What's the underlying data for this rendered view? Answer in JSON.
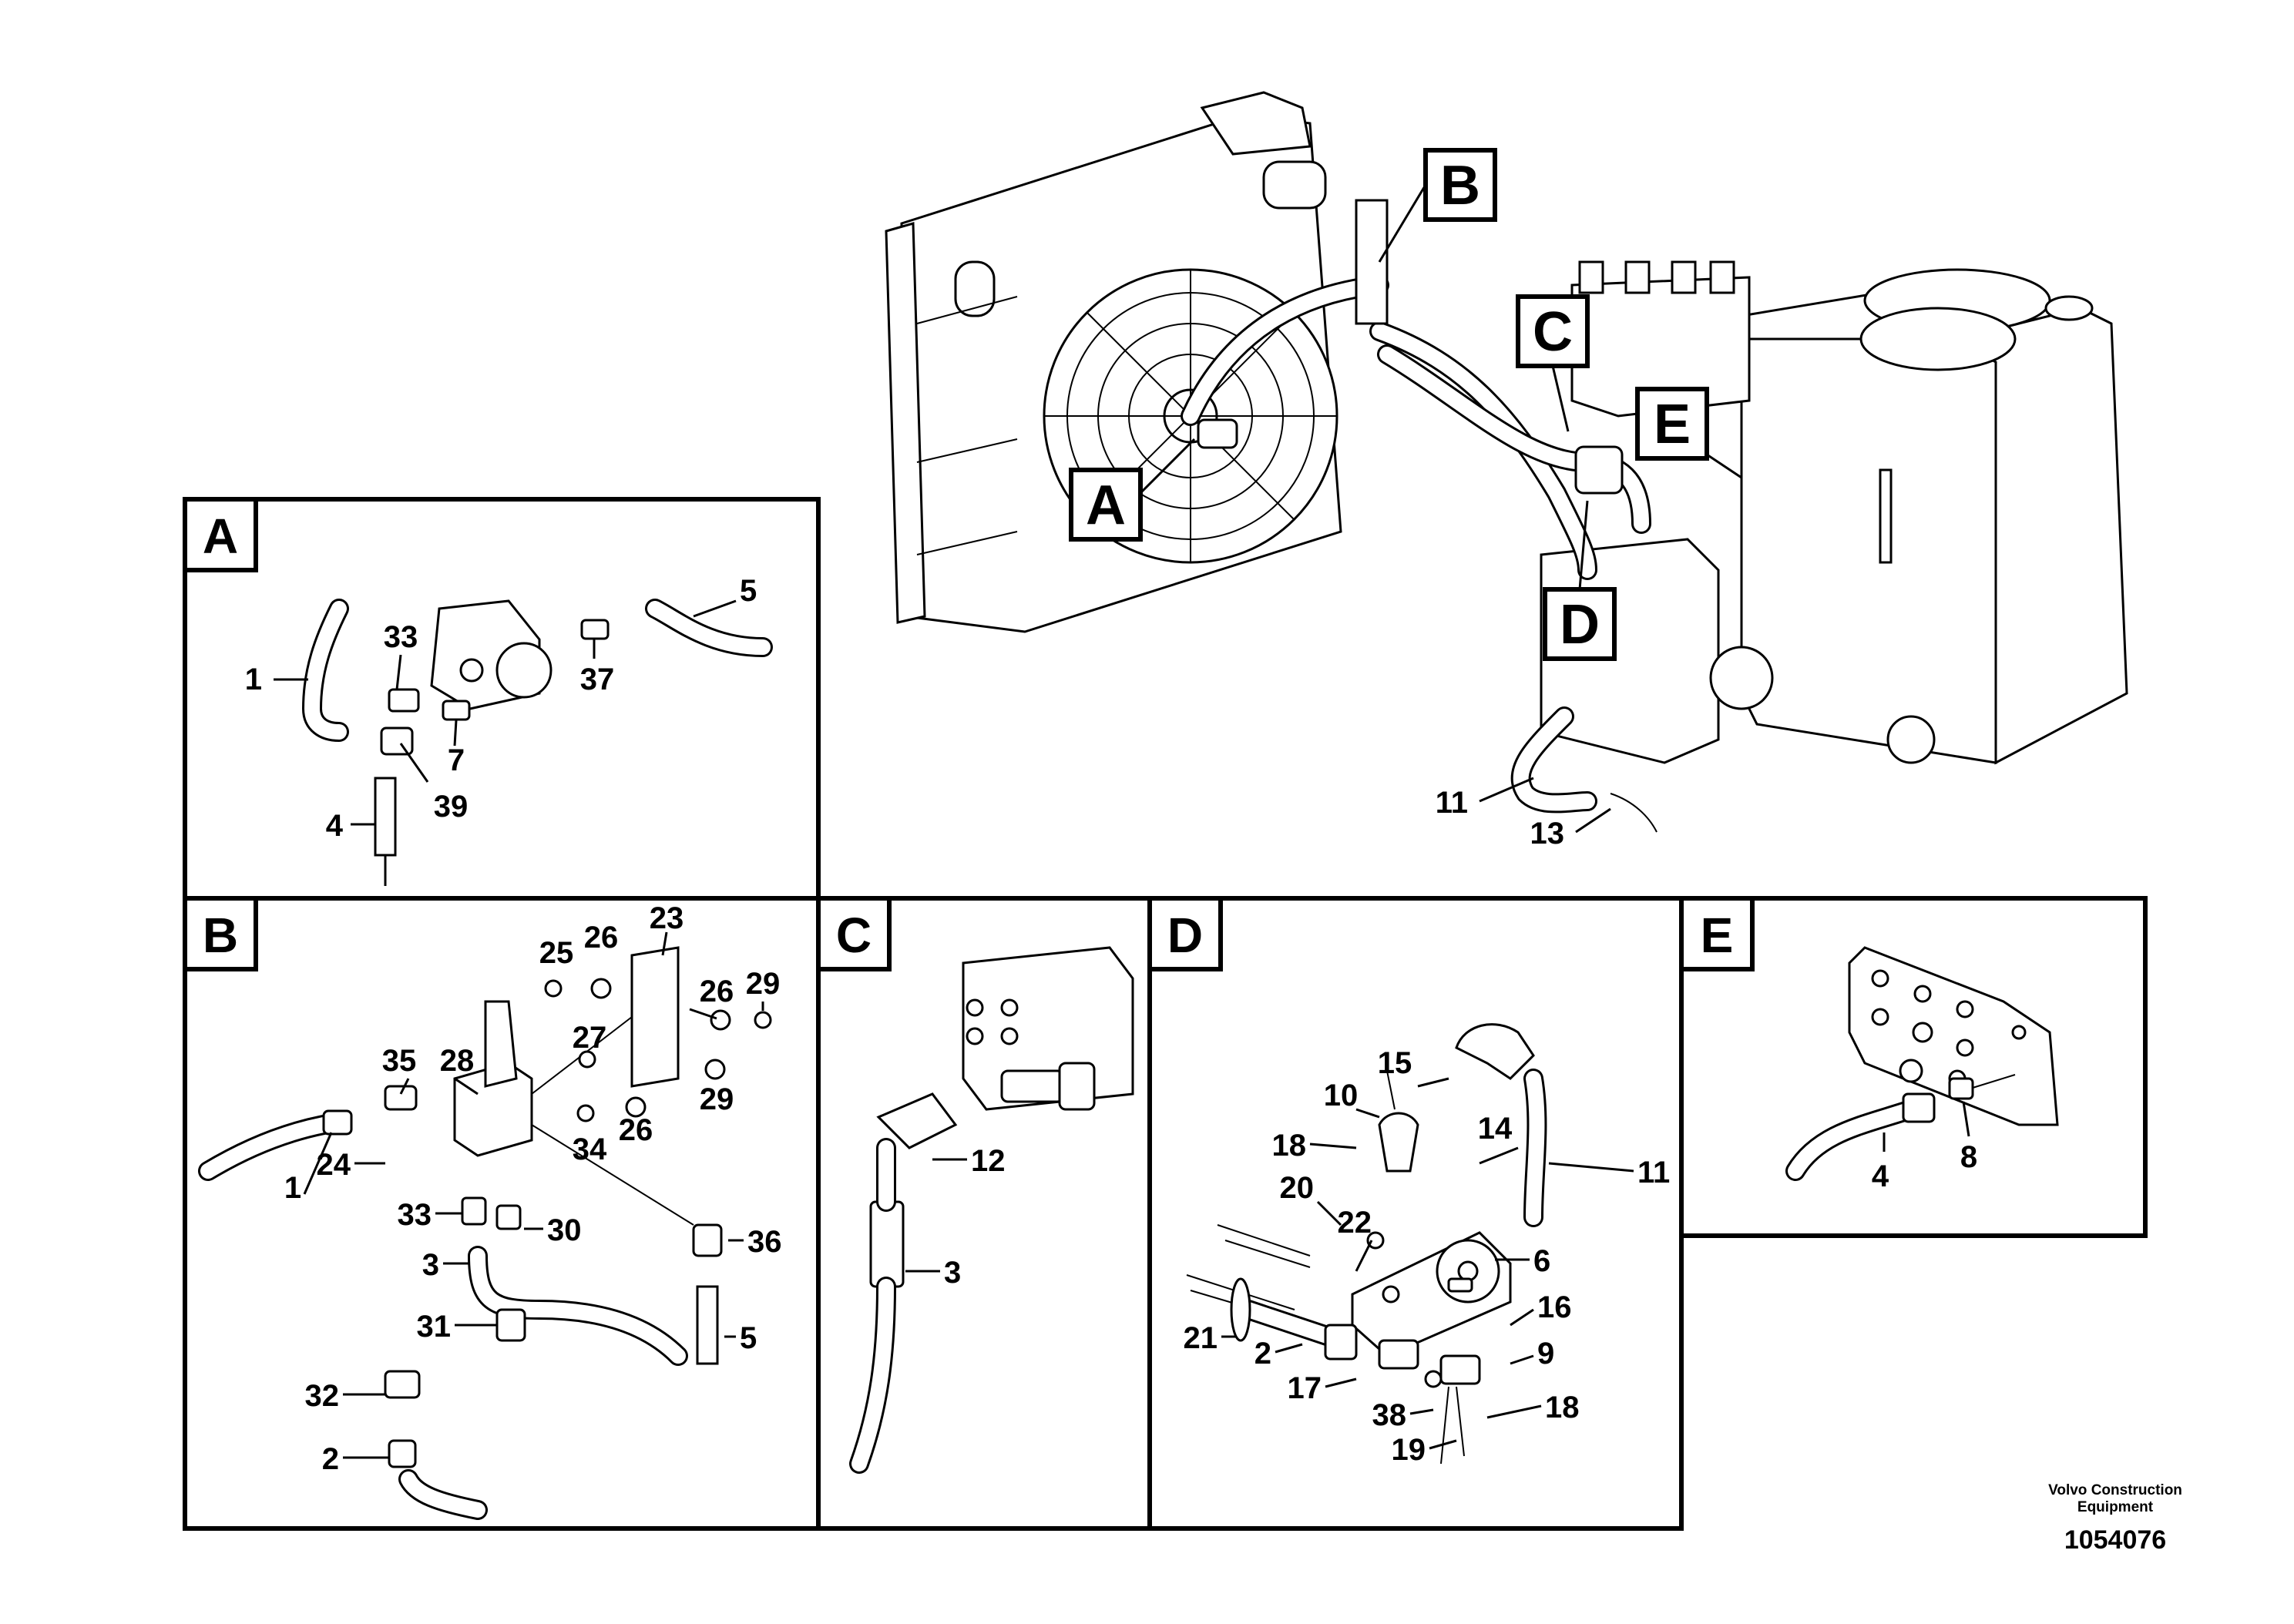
{
  "overview": {
    "callouts": [
      "B",
      "C",
      "E",
      "A",
      "D"
    ],
    "labels": [
      "11",
      "13"
    ]
  },
  "panels": [
    {
      "id": "A",
      "labels": [
        "5",
        "33",
        "1",
        "37",
        "7",
        "39",
        "4"
      ]
    },
    {
      "id": "B",
      "labels": [
        "23",
        "25",
        "26",
        "29",
        "26",
        "27",
        "35",
        "28",
        "29",
        "1",
        "26",
        "24",
        "34",
        "33",
        "30",
        "36",
        "3",
        "31",
        "5",
        "32",
        "2"
      ]
    },
    {
      "id": "C",
      "labels": [
        "12",
        "3"
      ]
    },
    {
      "id": "D",
      "labels": [
        "15",
        "10",
        "18",
        "14",
        "11",
        "20",
        "22",
        "6",
        "21",
        "16",
        "2",
        "9",
        "17",
        "18",
        "38",
        "19"
      ]
    },
    {
      "id": "E",
      "labels": [
        "4",
        "8"
      ]
    }
  ],
  "footer": {
    "company_line1": "Volvo Construction",
    "company_line2": "Equipment",
    "doc_number": "1054076"
  }
}
